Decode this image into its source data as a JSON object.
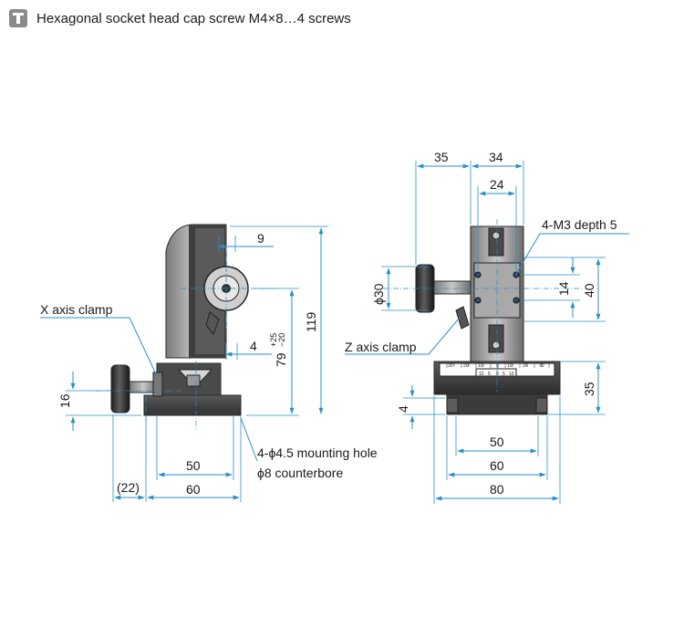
{
  "header": {
    "icon": "screw-icon",
    "text": "Hexagonal socket head cap screw M4×8…4 screws"
  },
  "side_view": {
    "dims": {
      "d9": "9",
      "d4": "4",
      "d79": "79",
      "d79_tol_upper": "+25",
      "d79_tol_lower": "−20",
      "d119": "119",
      "d16": "16",
      "d50": "50",
      "d22": "(22)",
      "d60": "60"
    },
    "labels": {
      "x_clamp": "X axis clamp",
      "mount_hole": "4-ϕ4.5 mounting hole",
      "counterbore": "ϕ8 counterbore"
    }
  },
  "front_view": {
    "dims": {
      "d35_top": "35",
      "d34": "34",
      "d24": "24",
      "phi30": "ϕ30",
      "d14": "14",
      "d40": "40",
      "d35_right": "35",
      "d4": "4",
      "d50": "50",
      "d60": "60",
      "d80": "80"
    },
    "labels": {
      "m3": "4-M3 depth 5",
      "z_clamp": "Z axis clamp"
    },
    "scale_top": [
      "30",
      "20",
      "10",
      "0",
      "10",
      "20",
      "30"
    ],
    "scale_vernier": [
      "10",
      "5",
      "0",
      "5",
      "10"
    ]
  }
}
